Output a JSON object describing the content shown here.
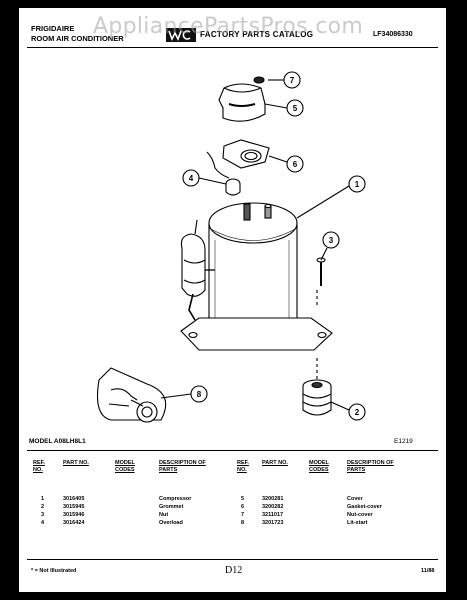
{
  "header": {
    "brand": "FRIGIDAIRE",
    "product": "ROOM AIR CONDITIONER",
    "catalog_title": "FACTORY PARTS CATALOG",
    "publication_no": "LF34086330",
    "watermark": "AppliancePartsPros.com"
  },
  "diagram": {
    "model": "MODEL A08LH8L1",
    "figure_id": "E1219",
    "callouts": [
      "1",
      "2",
      "3",
      "4",
      "5",
      "6",
      "7",
      "8"
    ]
  },
  "table": {
    "headers": {
      "ref_no": "REF. NO.",
      "part_no": "PART NO.",
      "model_codes": "MODEL CODES",
      "description": "DESCRIPTION OF PARTS"
    },
    "left_rows": [
      {
        "ref": "1",
        "part": "3016405",
        "desc": "Compressor"
      },
      {
        "ref": "2",
        "part": "3015945",
        "desc": "Grommet"
      },
      {
        "ref": "3",
        "part": "3015946",
        "desc": "Nut"
      },
      {
        "ref": "4",
        "part": "3016424",
        "desc": "Overload"
      }
    ],
    "right_rows": [
      {
        "ref": "5",
        "part": "3200281",
        "desc": "Cover"
      },
      {
        "ref": "6",
        "part": "3200282",
        "desc": "Gasket-cover"
      },
      {
        "ref": "7",
        "part": "3211017",
        "desc": "Nut-cover"
      },
      {
        "ref": "8",
        "part": "3201723",
        "desc": "Lit-start"
      }
    ]
  },
  "footer": {
    "note": "* = Not Illustrated",
    "page": "D12",
    "date": "11/88"
  }
}
